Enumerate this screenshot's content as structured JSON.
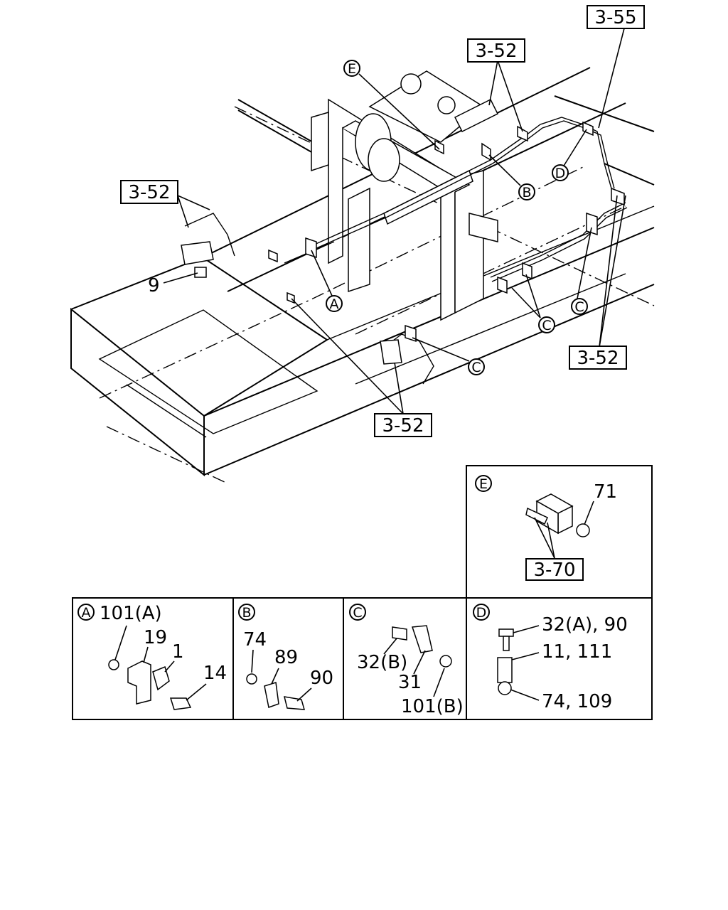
{
  "refs": {
    "r355": "3-55",
    "r352_top": "3-52",
    "r352_left": "3-52",
    "r352_right": "3-52",
    "r352_bottom": "3-52",
    "r370": "3-70"
  },
  "main_letters": {
    "A": "A",
    "B": "B",
    "C1": "C",
    "C2": "C",
    "C3": "C",
    "D": "D",
    "E": "E"
  },
  "main_parts": {
    "p9": "9"
  },
  "detail_e": {
    "letter": "E",
    "p71": "71"
  },
  "detail_a": {
    "letter": "A",
    "p101a": "101(A)",
    "p19": "19",
    "p1": "1",
    "p14": "14"
  },
  "detail_b": {
    "letter": "B",
    "p74": "74",
    "p89": "89",
    "p90": "90"
  },
  "detail_c": {
    "letter": "C",
    "p32b": "32(B)",
    "p31": "31",
    "p101b": "101(B)"
  },
  "detail_d": {
    "letter": "D",
    "p32a": "32(A), 90",
    "p11": "11, 111",
    "p74": "74, 109"
  }
}
